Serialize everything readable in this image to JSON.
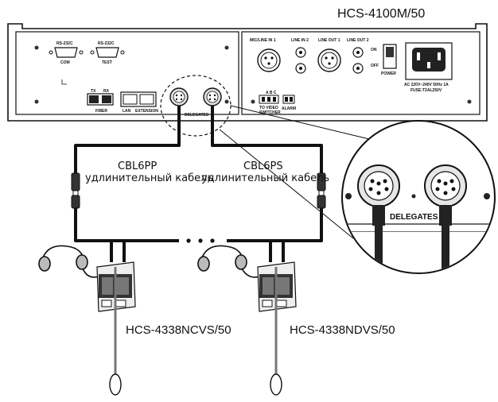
{
  "title": "HCS-4100M/50",
  "rear_panel": {
    "left": {
      "rs232_com": "RS-232C",
      "com": "COM",
      "rs232_test": "RS-232C",
      "test": "TEST",
      "tx": "TX",
      "rx": "RX",
      "fiber": "FIBER",
      "lan": "LAN",
      "extension": "EXTENSION",
      "delegates": "DELEGATES"
    },
    "right": {
      "mic_line_in_1": "MIC/LINE IN 1",
      "line_in_2": "LINE IN 2",
      "line_out_1": "LINE OUT 1",
      "line_out_2": "LINE OUT 2",
      "on": "ON",
      "off": "OFF",
      "power": "POWER",
      "abc": "A B C",
      "to_video_switcher": "TO VIDEO",
      "switcher": "SWITCHER",
      "alarm": "ALARM",
      "ac_line1": "AC 220V~240V 50Hz 1A",
      "ac_line2": "FUSE:T2AL250V"
    }
  },
  "cables": {
    "left_name": "CBL6PP",
    "left_desc": "удлинительный кабель",
    "right_name": "CBL6PS",
    "right_desc": "удлинительный кабель"
  },
  "zoom": {
    "label": "DELEGATES"
  },
  "units": {
    "left": "HCS-4338NCVS/50",
    "right": "HCS-4338NDVS/50"
  }
}
